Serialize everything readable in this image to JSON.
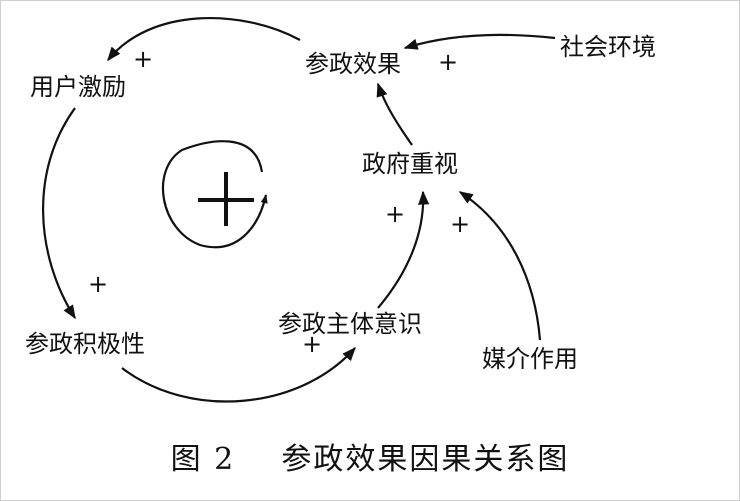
{
  "nodes": {
    "user_incentive": "用户激励",
    "participation_effect": "参政效果",
    "social_environment": "社会环境",
    "government_attention": "政府重视",
    "participation_enthusiasm": "参政积极性",
    "subject_awareness": "参政主体意识",
    "media_role": "媒介作用"
  },
  "signs": {
    "effect_to_incentive": "+",
    "environment_to_effect": "+",
    "incentive_to_enthusiasm": "+",
    "enthusiasm_to_awareness": "+",
    "awareness_to_government": "+",
    "media_to_government": "+"
  },
  "loop": {
    "polarity": "positive"
  },
  "caption": "图 2    参政效果因果关系图"
}
